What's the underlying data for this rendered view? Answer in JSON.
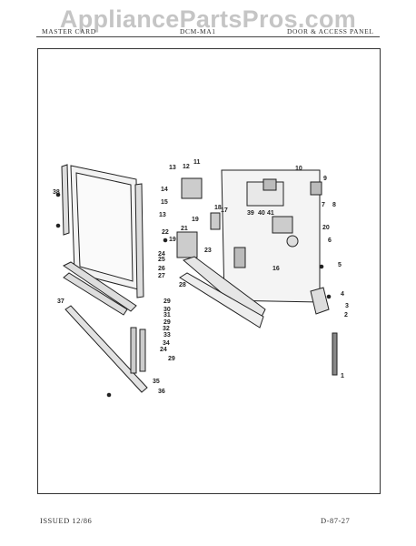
{
  "watermark": "AppliancePartsPros.com",
  "header": {
    "left": "MASTER CARD",
    "center": "DCM-MA1",
    "right": "DOOR & ACCESS PANEL"
  },
  "footer": {
    "issued": "ISSUED 12/86",
    "code": "D-87-27"
  },
  "callouts": [
    "1",
    "2",
    "3",
    "4",
    "5",
    "6",
    "7",
    "8",
    "9",
    "10",
    "11",
    "12",
    "13",
    "13",
    "14",
    "15",
    "16",
    "17",
    "18",
    "19",
    "19",
    "20",
    "21",
    "22",
    "23",
    "24",
    "24",
    "25",
    "26",
    "27",
    "28",
    "29",
    "29",
    "29",
    "30",
    "31",
    "32",
    "33",
    "34",
    "35",
    "36",
    "37",
    "38",
    "39",
    "40",
    "41"
  ]
}
